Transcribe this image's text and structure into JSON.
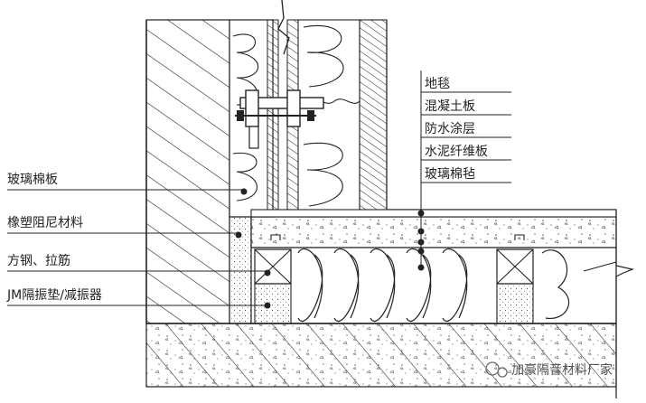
{
  "labels_right": [
    "地毯",
    "混凝土板",
    "防水涂层",
    "水泥纤维板",
    "玻璃棉毡"
  ],
  "labels_left": [
    "玻璃棉板",
    "橡塑阻尼材料",
    "方钢、拉筋",
    "JM隔振垫/减振器"
  ],
  "watermark": "加豪隔音材料厂家",
  "colors": {
    "line": "#222222",
    "fill": "#ffffff",
    "dot": "#555555"
  }
}
